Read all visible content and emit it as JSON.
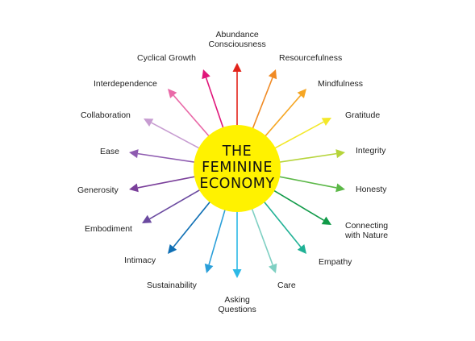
{
  "center": {
    "text": "THE\nFEMININE\nECONOMY",
    "color": "#fff200"
  },
  "spokes": [
    {
      "label": "Abundance\nConsciousness",
      "color": "#e2231a"
    },
    {
      "label": "Resourcefulness",
      "color": "#f08a24"
    },
    {
      "label": "Mindfulness",
      "color": "#f6a623"
    },
    {
      "label": "Gratitude",
      "color": "#f3e82a"
    },
    {
      "label": "Integrity",
      "color": "#b6d43a"
    },
    {
      "label": "Honesty",
      "color": "#5cb848"
    },
    {
      "label": "Connecting\nwith Nature",
      "color": "#109a48"
    },
    {
      "label": "Empathy",
      "color": "#1fb195"
    },
    {
      "label": "Care",
      "color": "#7fd0c3"
    },
    {
      "label": "Asking\nQuestions",
      "color": "#2cb9e6"
    },
    {
      "label": "Sustainability",
      "color": "#2a9fd9"
    },
    {
      "label": "Intimacy",
      "color": "#0f6fb4"
    },
    {
      "label": "Embodiment",
      "color": "#6b4aa0"
    },
    {
      "label": "Generosity",
      "color": "#7a3f9a"
    },
    {
      "label": "Ease",
      "color": "#8e5bb0"
    },
    {
      "label": "Collaboration",
      "color": "#c79cd1"
    },
    {
      "label": "Interdependence",
      "color": "#e96aa8"
    },
    {
      "label": "Cyclical Growth",
      "color": "#e0157a"
    }
  ]
}
